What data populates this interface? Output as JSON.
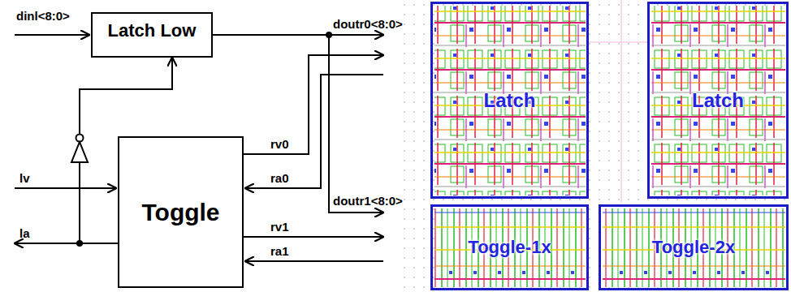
{
  "diagram": {
    "nodes": [
      {
        "text": [
          "Latch Low"
        ]
      },
      {
        "text": [
          "Toggle"
        ]
      },
      {
        "text": [
          "Latch"
        ]
      },
      {
        "text": [
          "Latch"
        ]
      },
      {
        "text": [
          "Toggle-1x"
        ]
      },
      {
        "text": [
          "Toggle-2x"
        ]
      }
    ],
    "edges": [
      {
        "from": 1,
        "to": 0,
        "arrow": "to"
      }
    ],
    "labels": [
      "dinl<8:0>",
      "doutr0<8:0>",
      "rv0",
      "ra0",
      "doutr1<8:0>",
      "lv",
      "rv1",
      "la",
      "ra1"
    ]
  }
}
